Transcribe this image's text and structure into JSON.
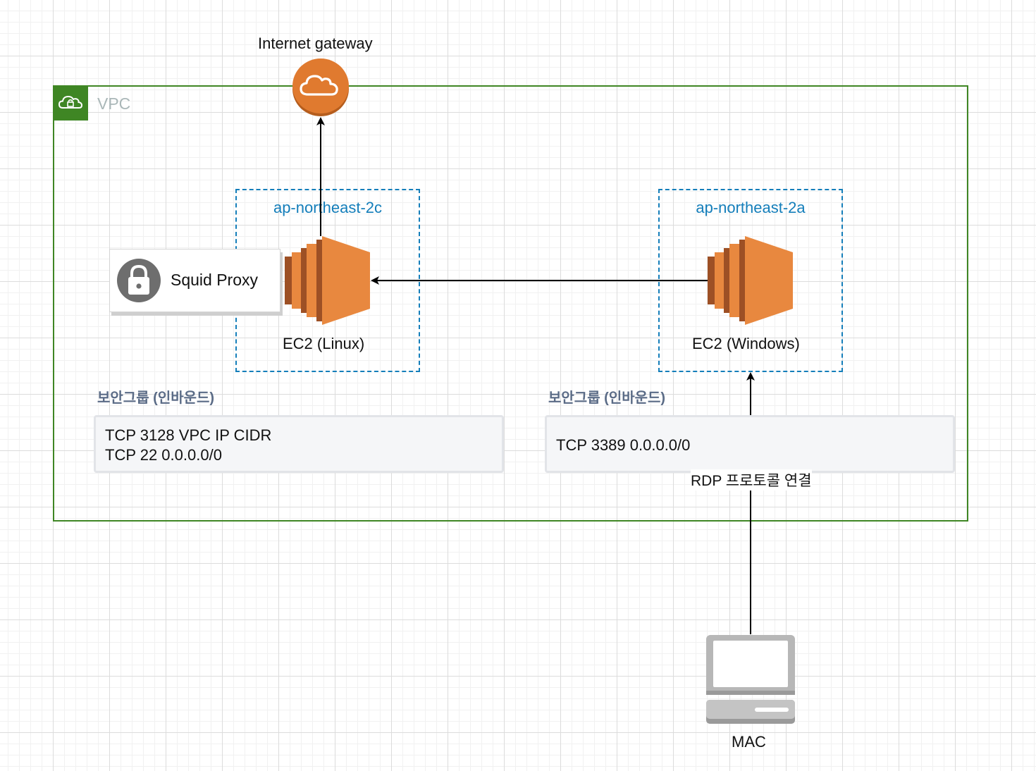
{
  "internet_gateway": {
    "label": "Internet gateway"
  },
  "vpc": {
    "label": "VPC"
  },
  "zones": [
    {
      "name": "ap-northeast-2c",
      "instance_label": "EC2 (Linux)",
      "security_group": {
        "title": "보안그룹 (인바운드)",
        "rules": [
          "TCP 3128 VPC IP CIDR",
          "TCP 22 0.0.0.0/0"
        ]
      }
    },
    {
      "name": "ap-northeast-2a",
      "instance_label": "EC2 (Windows)",
      "security_group": {
        "title": "보안그룹 (인바운드)",
        "rules": [
          "TCP 3389 0.0.0.0/0"
        ]
      }
    }
  ],
  "squid_proxy": {
    "label": "Squid Proxy"
  },
  "client": {
    "label": "MAC"
  },
  "connection": {
    "label": "RDP 프로토콜 연결"
  },
  "colors": {
    "vpc_border": "#3f8624",
    "az_border": "#147eba",
    "ec2_orange": "#e8883f",
    "igw_orange": "#e07a2f"
  }
}
